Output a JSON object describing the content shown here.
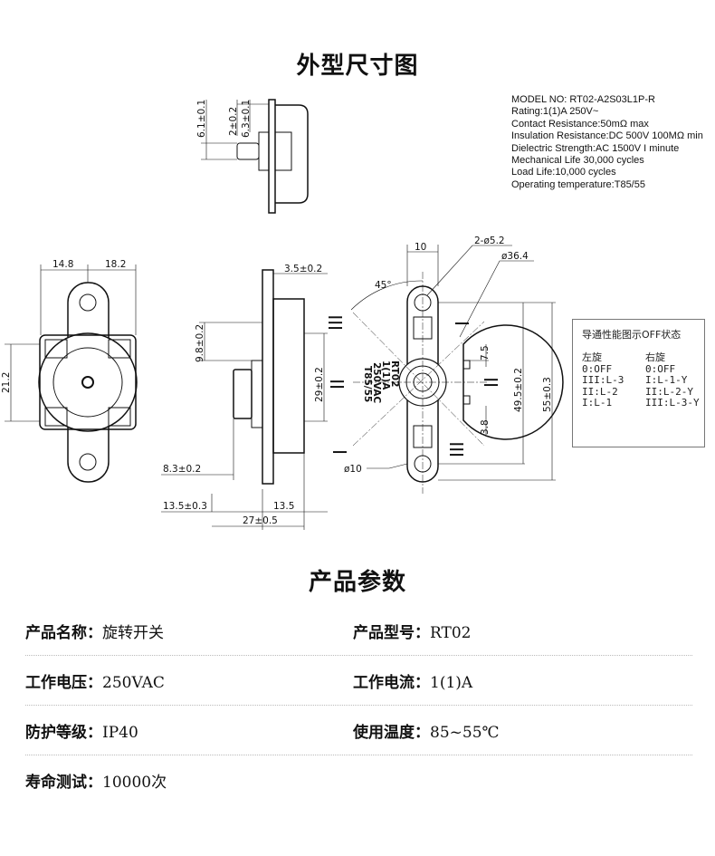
{
  "dimension_title": "外型尺寸图",
  "params_title": "产品参数",
  "specs": [
    "MODEL NO: RT02-A2S03L1P-R",
    "Rating:1(1)A 250V~",
    "Contact Resistance:50mΩ max",
    "Insulation Resistance:DC 500V 100MΩ min",
    "Dielectric Strength:AC 1500V I minute",
    "Mechanical Life 30,000 cycles",
    "Load Life:10,000 cycles",
    "Operating temperature:T85/55"
  ],
  "conduction_table": {
    "title": "导通性能图示OFF状态",
    "left": {
      "header": "左旋",
      "rows": [
        "0:OFF",
        "III:L-3",
        "II:L-2",
        "I:L-1"
      ]
    },
    "right": {
      "header": "右旋",
      "rows": [
        "0:OFF",
        "I:L-1-Y",
        "II:L-2-Y",
        "III:L-3-Y"
      ]
    }
  },
  "dims": {
    "top_a": "6.1±0.1",
    "top_b": "2±0.2",
    "top_c": "6.3±0.1",
    "front_w1": "14.8",
    "front_w2": "18.2",
    "front_h": "21.2",
    "side_a": "3.5±0.2",
    "side_b": "9.8±0.2",
    "side_c": "29±0.2",
    "side_d": "8.3±0.2",
    "side_e": "13.5±0.3",
    "side_f": "13.5",
    "side_g": "27±0.5",
    "r_w": "10",
    "r_holes": "2-ø5.2",
    "r_dia": "ø36.4",
    "r_angle": "45°",
    "r_a": "7.5",
    "r_b": "49.5±0.2",
    "r_c": "55±0.3",
    "r_d": "3.8",
    "r_e": "ø10",
    "pos_iii": "III",
    "pos_ii": "II",
    "pos_i": "I",
    "marking": [
      "RT02",
      "1(1)A",
      "250VAC",
      "T85/55"
    ]
  },
  "params": [
    {
      "label": "产品名称：",
      "value": "旋转开关"
    },
    {
      "label": "产品型号：",
      "value": "RT02"
    },
    {
      "label": "工作电压：",
      "value": "250VAC"
    },
    {
      "label": "工作电流：",
      "value": "1(1)A"
    },
    {
      "label": "防护等级：",
      "value": "IP40"
    },
    {
      "label": "使用温度：",
      "value": "85~55℃"
    },
    {
      "label": "寿命测试：",
      "value": "10000次"
    }
  ]
}
